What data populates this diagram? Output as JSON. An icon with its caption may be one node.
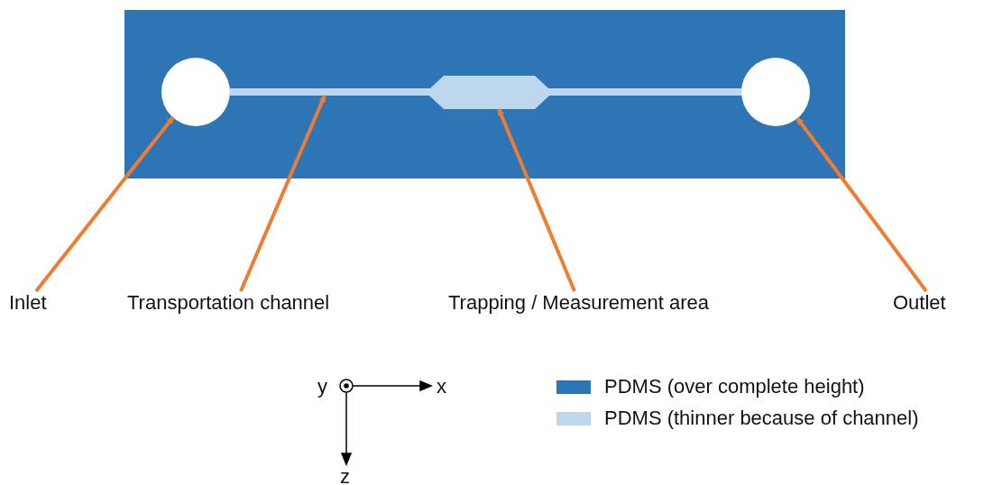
{
  "diagram": {
    "nodes": [
      {
        "text": [
          "Inlet"
        ]
      },
      {
        "text": [
          "Transportation channel"
        ]
      },
      {
        "text": [
          "Trapping / Measurement area"
        ]
      },
      {
        "text": [
          "Outlet"
        ]
      },
      {
        "text": [],
        "shape": "circle"
      },
      {
        "text": [],
        "shape": "bar"
      },
      {
        "text": [],
        "shape": "hexagon"
      },
      {
        "text": [],
        "shape": "circle"
      }
    ],
    "edges": [
      {
        "from": 0,
        "to": 4,
        "arrow": "to"
      },
      {
        "from": 1,
        "to": 5,
        "arrow": "to"
      },
      {
        "from": 2,
        "to": 6,
        "arrow": "to"
      },
      {
        "from": 3,
        "to": 7,
        "arrow": "to"
      }
    ],
    "labels": [
      "y",
      "x",
      "z"
    ],
    "legend": [
      {
        "text": "PDMS (over complete height)",
        "color": "#2e75b6"
      },
      {
        "text": "PDMS (thinner because of channel)",
        "color": "#bdd7ee"
      }
    ]
  }
}
